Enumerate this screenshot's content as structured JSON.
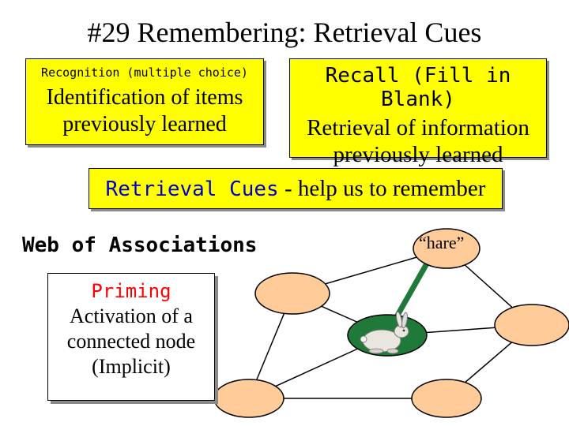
{
  "slide": {
    "title": "#29 Remembering: Retrieval Cues",
    "recognition": {
      "heading": "Recognition (multiple choice)",
      "body_line1": "Identification of items",
      "body_line2": "previously learned"
    },
    "recall": {
      "heading": "Recall (Fill in Blank)",
      "body_line1": "Retrieval of information",
      "body_line2": "previously learned"
    },
    "cues": {
      "term": "Retrieval Cues",
      "rest": " - help us to remember"
    },
    "web_title": "Web of Associations",
    "priming": {
      "heading": "Priming",
      "line1": "Activation of a",
      "line2": "connected node",
      "line3": "(Implicit)"
    },
    "cue_word": "“hare”"
  },
  "colors": {
    "highlight_box": "#ffff00",
    "node_fill": "#ffcc99",
    "active_node": "#1f7a3a",
    "cue_term": "#0000cc",
    "priming_heading": "#ff0000"
  },
  "icons": {
    "center_node": "rabbit-icon"
  }
}
